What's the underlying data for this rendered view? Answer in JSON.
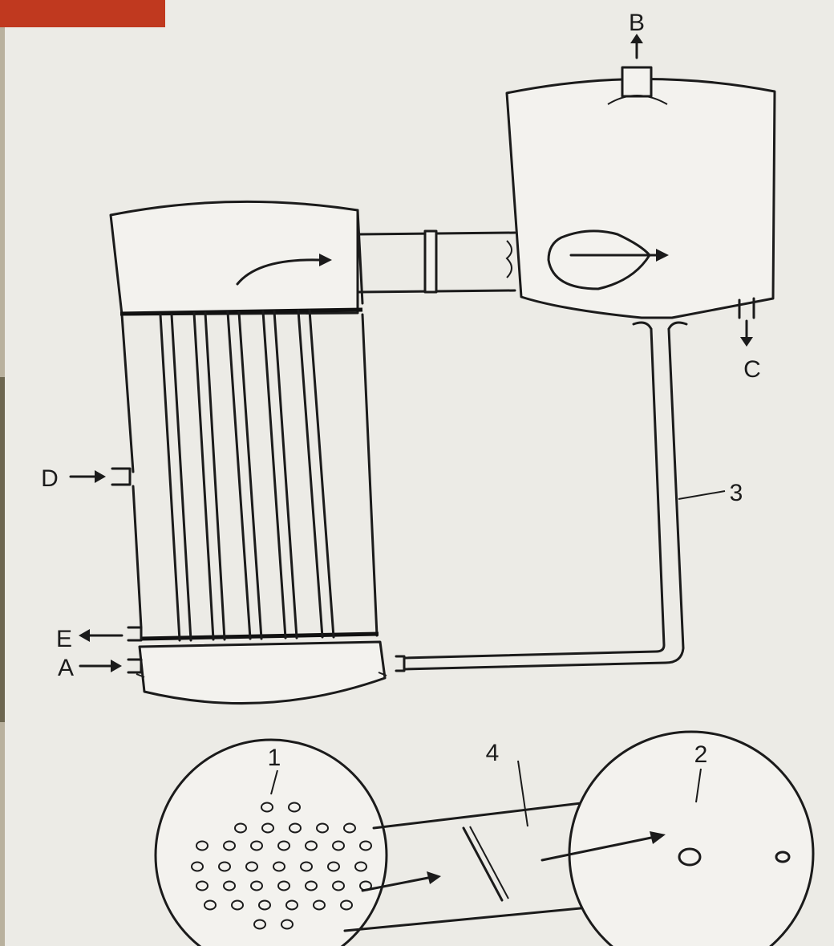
{
  "accent_bar_color": "#c0391f",
  "labels": {
    "A": "A",
    "B": "B",
    "C": "C",
    "D": "D",
    "E": "E",
    "part_1": "1",
    "part_2": "2",
    "part_3": "3",
    "part_4": "4"
  }
}
